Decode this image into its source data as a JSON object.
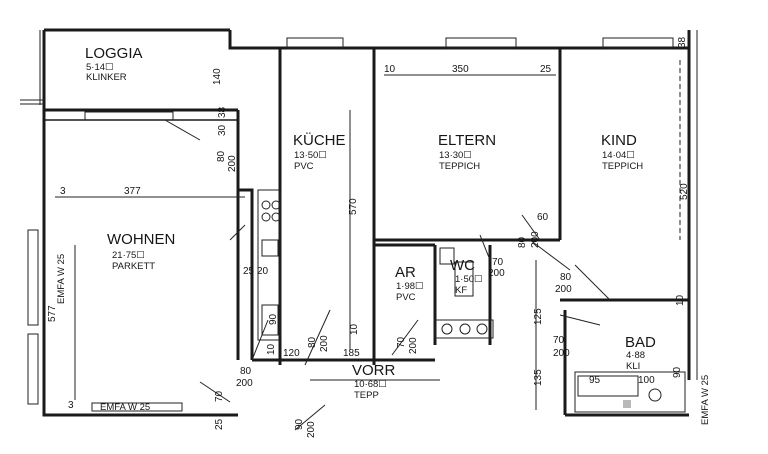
{
  "rooms": {
    "loggia": {
      "name": "LOGGIA",
      "area": "5·14☐",
      "floor": "KLINKER"
    },
    "kueche": {
      "name": "KÜCHE",
      "area": "13·50☐",
      "floor": "PVC"
    },
    "eltern": {
      "name": "ELTERN",
      "area": "13·30☐",
      "floor": "TEPPICH"
    },
    "kind": {
      "name": "KIND",
      "area": "14·04☐",
      "floor": "TEPPICH"
    },
    "wohnen": {
      "name": "WOHNEN",
      "area": "21·75☐",
      "floor": "PARKETT"
    },
    "ar": {
      "name": "AR",
      "area": "1·98☐",
      "floor": "PVC"
    },
    "wc": {
      "name": "WC",
      "area": "1·50☐",
      "floor": "KF"
    },
    "bad": {
      "name": "BAD",
      "area": "4·88",
      "floor": "KLI"
    },
    "vorr": {
      "name": "VORR",
      "area": "10·68☐",
      "floor": "TEPP"
    }
  },
  "dimensions": {
    "loggia_140": "140",
    "d38a": "38",
    "d30": "30",
    "d80a": "80",
    "d200a": "200",
    "eltern_10": "10",
    "eltern_350": "350",
    "eltern_25": "25",
    "d38b": "38",
    "wohnen_3": "3",
    "wohnen_377": "377",
    "d570": "570",
    "d520": "520",
    "d60": "60",
    "d80b": "80",
    "d200b": "200",
    "d25": "25",
    "d20": "20",
    "d70a": "70",
    "d200c": "200",
    "d80c": "80",
    "d200d": "200",
    "d90a": "90",
    "d125": "125",
    "d10a": "10",
    "d10b": "10",
    "d10c": "10",
    "d120": "120",
    "d80d": "80",
    "d200e": "200",
    "d185": "185",
    "d70b": "70",
    "d200f": "200",
    "d70c": "70",
    "d200g": "200",
    "d135": "135",
    "d80e": "80",
    "d200h": "200",
    "d70d": "70",
    "d95": "95",
    "d100": "100",
    "d90b": "90",
    "d25b": "25",
    "d90c": "90",
    "d200i": "200",
    "w3": "3",
    "w577": "577"
  },
  "window_labels": {
    "emfa_w25_side": "EMFA W 25",
    "emfa_w25_bottom": "EMFA W 25",
    "emfa_w25_right": "EMFA W 25"
  }
}
